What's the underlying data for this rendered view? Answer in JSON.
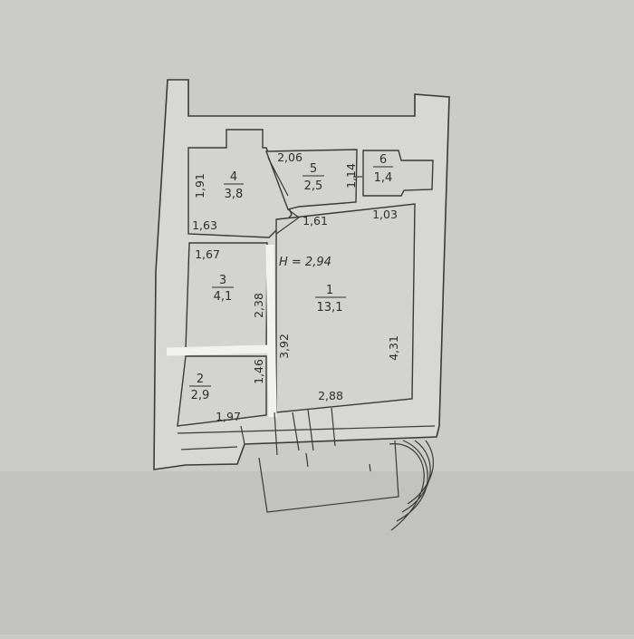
{
  "plan": {
    "height_note": "H = 2,94",
    "rooms": [
      {
        "id": "1",
        "number": "1",
        "area": "13,1"
      },
      {
        "id": "2",
        "number": "2",
        "area": "2,9"
      },
      {
        "id": "3",
        "number": "3",
        "area": "4,1"
      },
      {
        "id": "4",
        "number": "4",
        "area": "3,8"
      },
      {
        "id": "5",
        "number": "5",
        "area": "2,5"
      },
      {
        "id": "6",
        "number": "6",
        "area": "1,4"
      }
    ],
    "dimensions": [
      {
        "id": "d-191",
        "text": "1,91"
      },
      {
        "id": "d-163",
        "text": "1,63"
      },
      {
        "id": "d-206",
        "text": "2,06"
      },
      {
        "id": "d-114",
        "text": "1,14"
      },
      {
        "id": "d-161",
        "text": "1,61"
      },
      {
        "id": "d-103",
        "text": "1,03"
      },
      {
        "id": "d-167",
        "text": "1,67"
      },
      {
        "id": "d-238",
        "text": "2,38"
      },
      {
        "id": "d-392",
        "text": "3,92"
      },
      {
        "id": "d-431",
        "text": "4,31"
      },
      {
        "id": "d-146",
        "text": "1,46"
      },
      {
        "id": "d-288",
        "text": "2,88"
      },
      {
        "id": "d-197",
        "text": "1,97"
      }
    ]
  }
}
